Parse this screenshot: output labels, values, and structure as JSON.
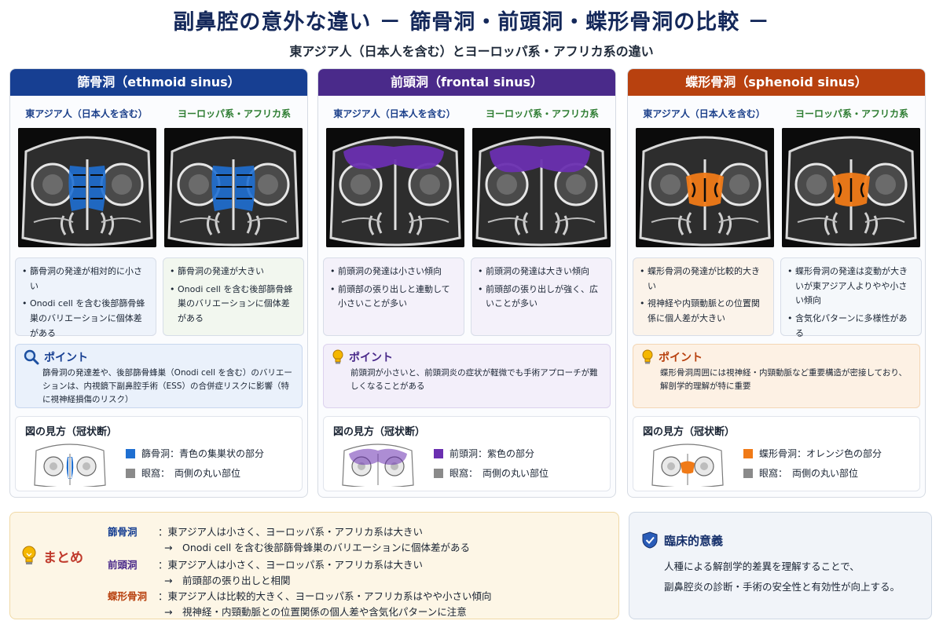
{
  "header": {
    "title": "副鼻腔の意外な違い － 篩骨洞・前頭洞・蝶形骨洞の比較 －",
    "subtitle": "東アジア人（日本人を含む）とヨーロッパ系・アフリカ系の違い"
  },
  "columns": [
    {
      "title": "篩骨洞（ethmoid sinus）",
      "color": "#173f92",
      "highlight": "#1f6fd1",
      "group_a": "東アジア人（日本人を含む）",
      "group_b": "ヨーロッパ系・アフリカ系",
      "bullets_a": [
        "篩骨洞の発達が相対的に小さい",
        "Onodi cell を含む後部篩骨蜂巣のバリエーションに個体差がある"
      ],
      "bullets_b": [
        "篩骨洞の発達が大きい",
        "Onodi cell を含む後部篩骨蜂巣のバリエーションに個体差がある"
      ],
      "point_title": "ポイント",
      "point_icon": "magnifier-icon",
      "point_text": "篩骨洞の発達差や、後部篩骨蜂巣（Onodi cell を含む）のバリエーションは、内視鏡下副鼻腔手術（ESS）の合併症リスクに影響（特に視神経損傷のリスク）",
      "legend_title": "図の見方（冠状断）",
      "legend_1": "篩骨洞：青色の集巣状の部分",
      "legend_2": "眼窩：　両側の丸い部位"
    },
    {
      "title": "前頭洞（frontal sinus）",
      "color": "#4a2a8a",
      "highlight": "#6a2fb0",
      "group_a": "東アジア人（日本人を含む）",
      "group_b": "ヨーロッパ系・アフリカ系",
      "bullets_a": [
        "前頭洞の発達は小さい傾向",
        "前頭部の張り出しと連動して小さいことが多い"
      ],
      "bullets_b": [
        "前頭洞の発達は大きい傾向",
        "前頭部の張り出しが強く、広いことが多い"
      ],
      "point_title": "ポイント",
      "point_icon": "lightbulb-icon",
      "point_text": "前頭洞が小さいと、前頭洞炎の症状が軽微でも手術アプローチが難しくなることがある",
      "legend_title": "図の見方（冠状断）",
      "legend_1": "前頭洞：紫色の部分",
      "legend_2": "眼窩：　両側の丸い部位"
    },
    {
      "title": "蝶形骨洞（sphenoid sinus）",
      "color": "#b8410f",
      "highlight": "#f07a17",
      "group_a": "東アジア人（日本人を含む）",
      "group_b": "ヨーロッパ系・アフリカ系",
      "bullets_a": [
        "蝶形骨洞の発達が比較的大きい",
        "視神経や内頸動脈との位置関係に個人差が大きい"
      ],
      "bullets_b": [
        "蝶形骨洞の発達は変動が大きいが東アジア人よりやや小さい傾向",
        "含気化パターンに多様性がある"
      ],
      "point_title": "ポイント",
      "point_icon": "lightbulb-icon",
      "point_text": "蝶形骨洞周囲には視神経・内頸動脈など重要構造が密接しており、解剖学的理解が特に重要",
      "legend_title": "図の見方（冠状断）",
      "legend_1": "蝶形骨洞：オレンジ色の部分",
      "legend_2": "眼窩：　両側の丸い部位"
    }
  ],
  "summary": {
    "label": "まとめ",
    "rows": [
      {
        "name": "篩骨洞",
        "color": "#173f92",
        "line1": "：東アジア人は小さく、ヨーロッパ系・アフリカ系は大きい",
        "line2": "→　Onodi cell を含む後部篩骨蜂巣のバリエーションに個体差がある"
      },
      {
        "name": "前頭洞",
        "color": "#4a2a8a",
        "line1": "：東アジア人は小さく、ヨーロッパ系・アフリカ系は大きい",
        "line2": "→　前頭部の張り出しと相関"
      },
      {
        "name": "蝶形骨洞",
        "color": "#b8410f",
        "line1": "：東アジア人は比較的大きく、ヨーロッパ系・アフリカ系はやや小さい傾向",
        "line2": "→　視神経・内頸動脈との位置関係の個人差や含気化パターンに注意"
      }
    ]
  },
  "clinical": {
    "title": "臨床的意義",
    "line1": "人種による解剖学的差異を理解することで、",
    "line2": "副鼻腔炎の診断・手術の安全性と有効性が向上する。"
  }
}
